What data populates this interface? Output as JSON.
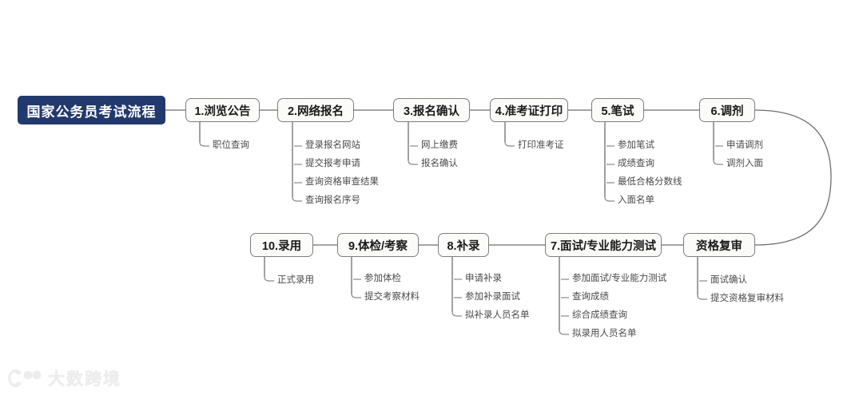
{
  "diagram": {
    "title": "国家公务员考试流程",
    "watermark": "大数跨境",
    "colors": {
      "root_fill": "#22396E",
      "root_text": "#FFFFFF",
      "node_fill": "#FBFBFA",
      "node_border": "#7E7E7E",
      "node_text": "#1A1A1A",
      "leaf_text": "#4A4A4A",
      "wire": "#6E6E6E",
      "watermark": "#EDEDED"
    },
    "nodes": [
      {
        "id": "step1",
        "label": "1.浏览公告",
        "leaves": [
          "职位查询"
        ]
      },
      {
        "id": "step2",
        "label": "2.网络报名",
        "leaves": [
          "登录报名网站",
          "提交报考申请",
          "查询资格审查结果",
          "查询报名序号"
        ]
      },
      {
        "id": "step3",
        "label": "3.报名确认",
        "leaves": [
          "网上缴费",
          "报名确认"
        ]
      },
      {
        "id": "step4",
        "label": "4.准考证打印",
        "leaves": [
          "打印准考证"
        ]
      },
      {
        "id": "step5",
        "label": "5.笔试",
        "leaves": [
          "参加笔试",
          "成绩查询",
          "最低合格分数线",
          "入面名单"
        ]
      },
      {
        "id": "step6",
        "label": "6.调剂",
        "leaves": [
          "申请调剂",
          "调剂入面"
        ]
      },
      {
        "id": "review",
        "label": "资格复审",
        "leaves": [
          "面试确认",
          "提交资格复审材料"
        ]
      },
      {
        "id": "step7",
        "label": "7.面试/专业能力测试",
        "leaves": [
          "参加面试/专业能力测试",
          "查询成绩",
          "综合成绩查询",
          "拟录用人员名单"
        ]
      },
      {
        "id": "step8",
        "label": "8.补录",
        "leaves": [
          "申请补录",
          "参加补录面试",
          "拟补录人员名单"
        ]
      },
      {
        "id": "step9",
        "label": "9.体检/考察",
        "leaves": [
          "参加体检",
          "提交考察材料"
        ]
      },
      {
        "id": "step10",
        "label": "10.录用",
        "leaves": [
          "正式录用"
        ]
      }
    ],
    "flow_order": [
      "国家公务员考试流程",
      "1.浏览公告",
      "2.网络报名",
      "3.报名确认",
      "4.准考证打印",
      "5.笔试",
      "6.调剂",
      "资格复审",
      "7.面试/专业能力测试",
      "8.补录",
      "9.体检/考察",
      "10.录用"
    ]
  }
}
